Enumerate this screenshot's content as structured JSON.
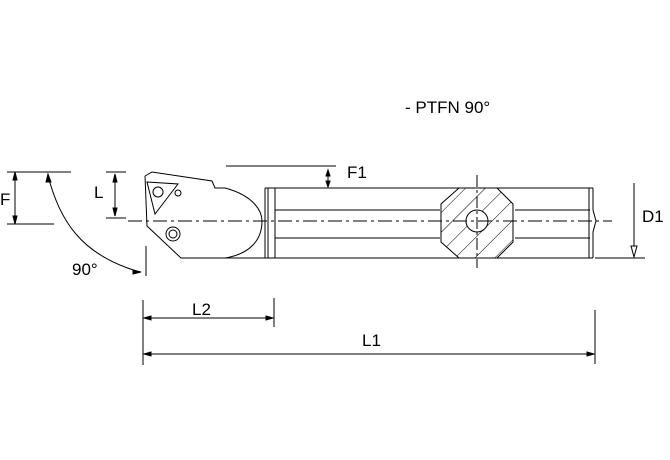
{
  "title": "- PTFN 90°",
  "labels": {
    "F": "F",
    "L": "L",
    "F1": "F1",
    "D1": "D1",
    "angle": "90°",
    "L2": "L2",
    "L1": "L1"
  },
  "colors": {
    "line": "#000000",
    "background": "#ffffff"
  }
}
